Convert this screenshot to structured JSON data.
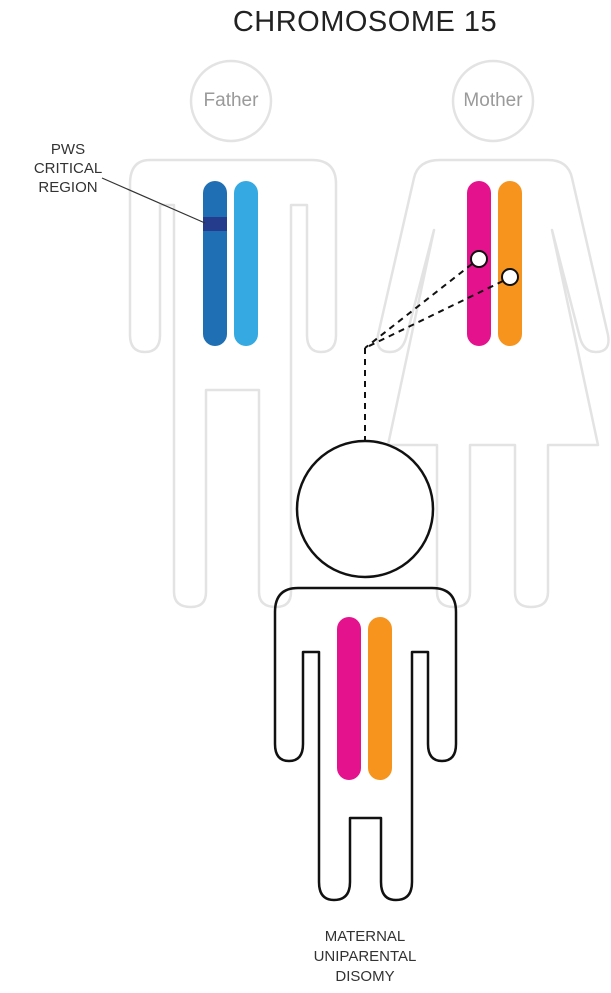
{
  "title": "CHROMOSOME 15",
  "father": {
    "label": "Father"
  },
  "mother": {
    "label": "Mother"
  },
  "annotation": {
    "lines": [
      "PWS",
      "CRITICAL",
      "REGION"
    ]
  },
  "child": {
    "lines": [
      "MATERNAL",
      "UNIPARENTAL",
      "DISOMY"
    ]
  },
  "colors": {
    "father_chromosome_1": "#1f6fb5",
    "father_chromosome_2": "#35a9e1",
    "critical_region": "#253b8c",
    "mother_chromosome_1": "#e5128e",
    "mother_chromosome_2": "#f7941d",
    "outline_faint": "#e3e3e3",
    "outline_child": "#111111"
  }
}
